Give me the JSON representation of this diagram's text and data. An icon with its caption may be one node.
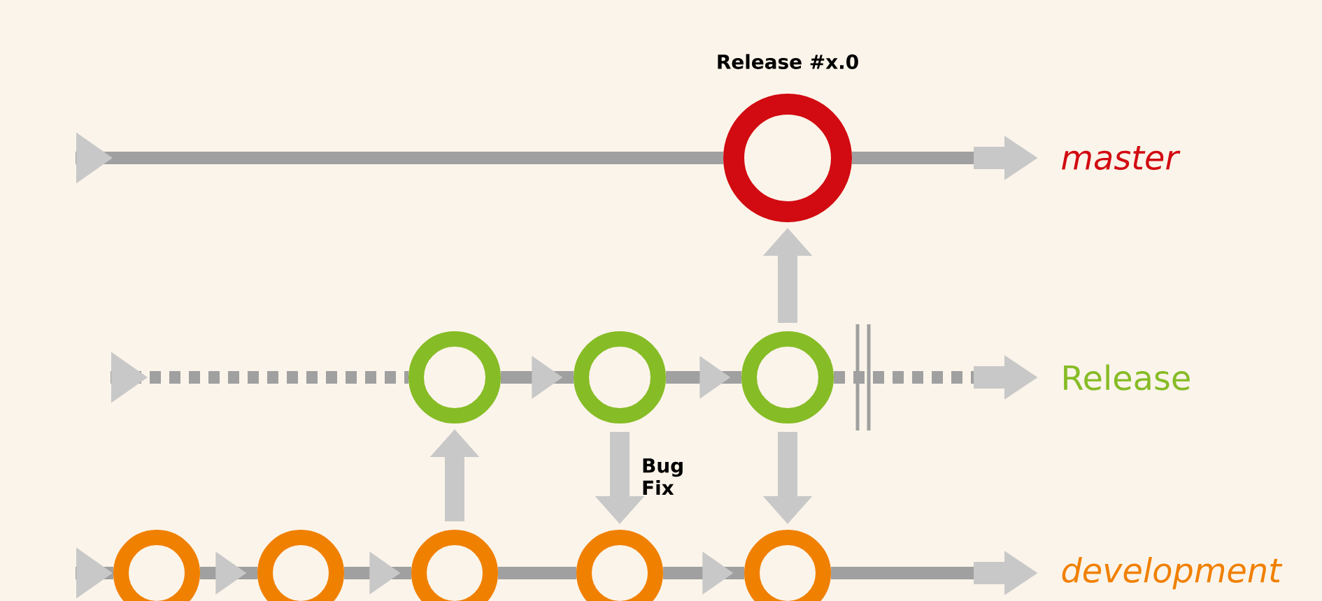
{
  "diagram": {
    "nodes": [
      {
        "text": [],
        "shape": "circle",
        "beside": [
          "Release #x.0"
        ]
      },
      {
        "text": [],
        "shape": "circle"
      },
      {
        "text": [],
        "shape": "circle"
      },
      {
        "text": [],
        "shape": "circle"
      },
      {
        "text": [],
        "shape": "circle"
      },
      {
        "text": [],
        "shape": "circle"
      },
      {
        "text": [],
        "shape": "circle"
      },
      {
        "text": [],
        "shape": "circle"
      },
      {
        "text": [],
        "shape": "circle"
      }
    ],
    "edges": [
      {
        "from": null,
        "to": 0,
        "arrow": "to"
      },
      {
        "from": 0,
        "to": null,
        "arrow": "to"
      },
      {
        "from": null,
        "to": 1,
        "arrow": "to",
        "style": "dashed"
      },
      {
        "from": 1,
        "to": 2,
        "arrow": "to"
      },
      {
        "from": 2,
        "to": 3,
        "arrow": "to"
      },
      {
        "from": 3,
        "to": null,
        "arrow": "to",
        "style": "dashed"
      },
      {
        "from": null,
        "to": 4,
        "arrow": "to"
      },
      {
        "from": 4,
        "to": 5,
        "arrow": "to"
      },
      {
        "from": 5,
        "to": 6,
        "arrow": "to"
      },
      {
        "from": 6,
        "to": 7,
        "arrow": "none"
      },
      {
        "from": 7,
        "to": 8,
        "arrow": "to"
      },
      {
        "from": 8,
        "to": null,
        "arrow": "to"
      },
      {
        "from": 6,
        "to": 1,
        "arrow": "to",
        "color": "#c8c8c8"
      },
      {
        "from": 2,
        "to": 7,
        "arrow": "to",
        "color": "#c8c8c8",
        "label": "Bug Fix"
      },
      {
        "from": 3,
        "to": 8,
        "arrow": "to",
        "color": "#c8c8c8"
      },
      {
        "from": 3,
        "to": 0,
        "arrow": "to",
        "color": "#c8c8c8"
      }
    ],
    "labels": [
      "master",
      "Release",
      "development"
    ]
  }
}
